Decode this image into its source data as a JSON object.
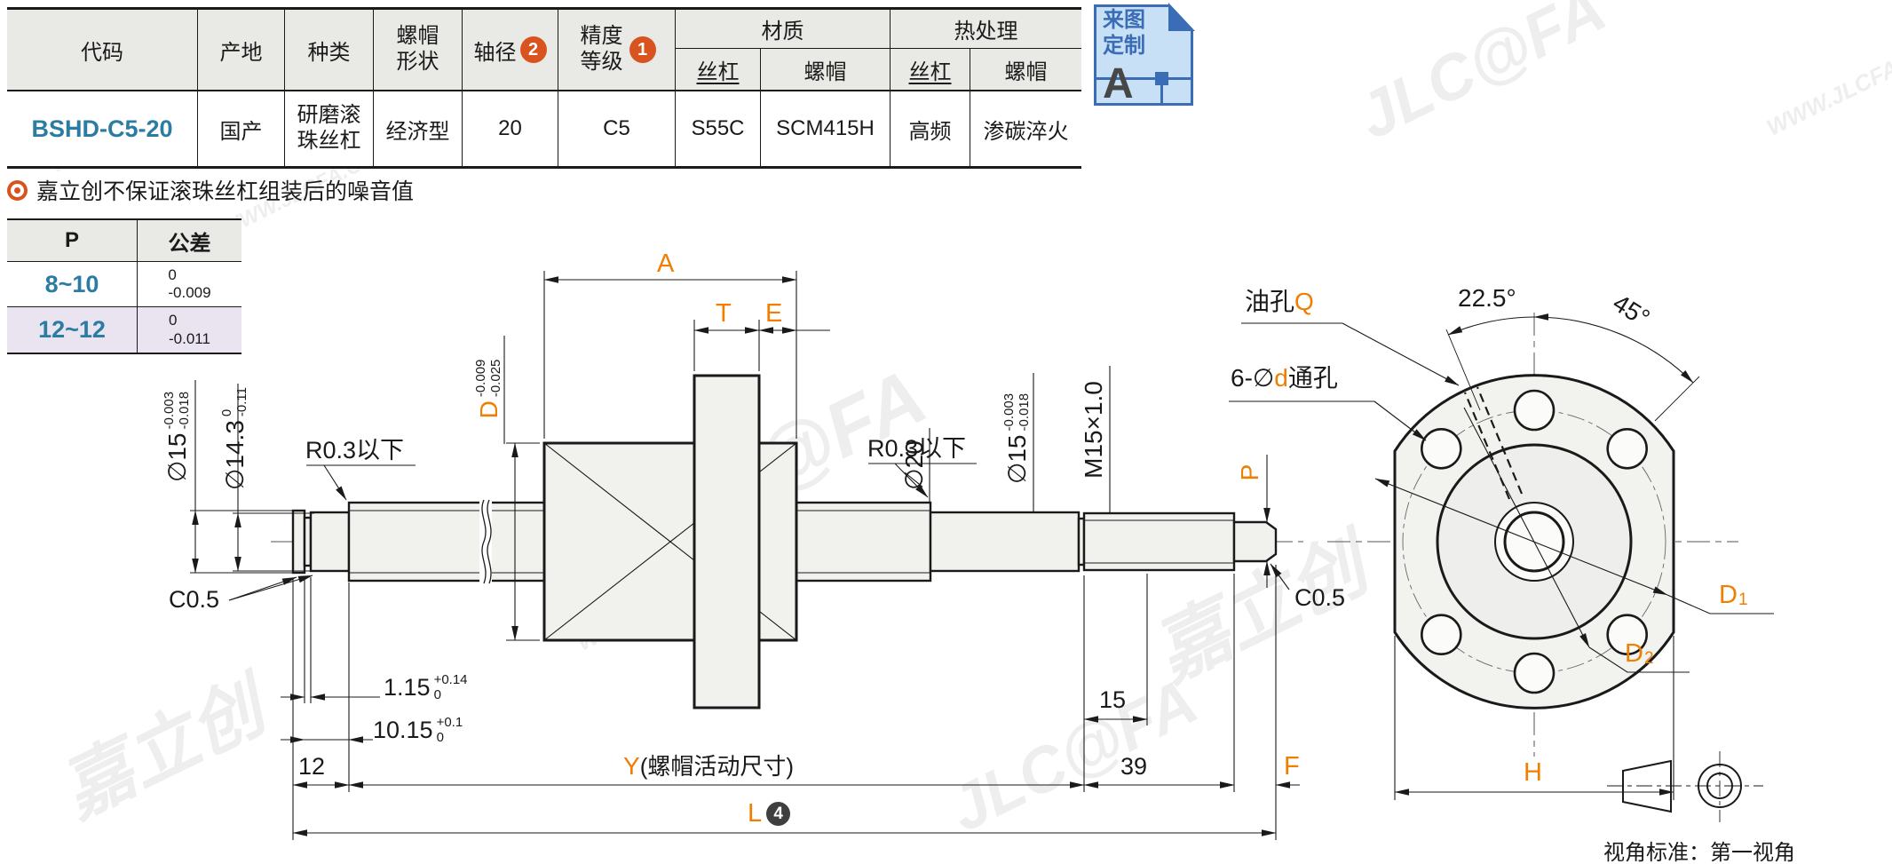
{
  "colors": {
    "accent_orange": "#f07e00",
    "badge_red": "#d9531e",
    "code_blue": "#2b7ca3",
    "row_lavender": "#eae3f0",
    "header_gray": "#e9e9e6",
    "badge_blue": "#3a6db5"
  },
  "spec_table": {
    "headers": {
      "code": "代码",
      "origin": "产地",
      "kind": "种类",
      "nut_shape": "螺帽形状",
      "shaft_dia": "轴径",
      "shaft_dia_note": "2",
      "precision": "精度等级",
      "precision_note": "1",
      "material": "材质",
      "heat": "热处理",
      "material_screw": "丝杠",
      "material_nut": "螺帽",
      "heat_screw": "丝杠",
      "heat_nut": "螺帽"
    },
    "row": {
      "code": "BSHD-C5-20",
      "origin": "国产",
      "kind": "研磨滚珠丝杠",
      "nut_shape": "经济型",
      "shaft_dia": "20",
      "precision": "C5",
      "material_screw": "S55C",
      "material_nut": "SCM415H",
      "heat_screw": "高频",
      "heat_nut": "渗碳淬火"
    }
  },
  "custom_badge": {
    "line1": "来图",
    "line2": "定制",
    "letter": "A"
  },
  "note": {
    "text": "嘉立创不保证滚珠丝杠组装后的噪音值"
  },
  "p_table": {
    "headers": {
      "p": "P",
      "tol": "公差"
    },
    "rows": [
      {
        "p": "8~10",
        "tol_top": "0",
        "tol_bottom": "-0.009"
      },
      {
        "p": "12~12",
        "tol_top": "0",
        "tol_bottom": "-0.011"
      }
    ]
  },
  "side_view": {
    "dia15_left": {
      "main": "∅15",
      "sup": "-0.003",
      "sub": "-0.018"
    },
    "dia14_3": {
      "main": "∅14.3",
      "sup": "0",
      "sub": "-0.11"
    },
    "d_label": {
      "main": "D",
      "sup": "-0.009",
      "sub": "-0.025"
    },
    "dia20": "∅20",
    "dia15_right": {
      "main": "∅15",
      "sup": "-0.003",
      "sub": "-0.018"
    },
    "m15": "M15×1.0",
    "p": "P",
    "r03_left": "R0.3以下",
    "r03_right": "R0.3以下",
    "c05_left": "C0.5",
    "c05_right": "C0.5",
    "a": "A",
    "t": "T",
    "e": "E",
    "dim_1_15": {
      "main": "1.15",
      "sup": "+0.14",
      "sub": "0"
    },
    "dim_10_15": {
      "main": "10.15",
      "sup": "+0.1",
      "sub": "0"
    },
    "dim_12": "12",
    "dim_15": "15",
    "dim_39": "39",
    "f": "F",
    "y_letter": "Y",
    "y_text": "(螺帽活动尺寸)",
    "l_letter": "L",
    "l_note": "4"
  },
  "flange_view": {
    "oil_label": "油孔",
    "oil_letter": "Q",
    "holes_prefix": "6-∅",
    "holes_letter": "d",
    "holes_suffix": "通孔",
    "angle_small": "22.5°",
    "angle_large": "45°",
    "d1_letter": "D",
    "d1_sub": "1",
    "d2_letter": "D",
    "d2_sub": "2",
    "h": "H"
  },
  "footer": {
    "view_standard": "视角标准：第一视角"
  },
  "watermarks": {
    "w1": "JLC@FA",
    "w2": "嘉立创",
    "w3": "WWW.JLCFA.COM"
  }
}
